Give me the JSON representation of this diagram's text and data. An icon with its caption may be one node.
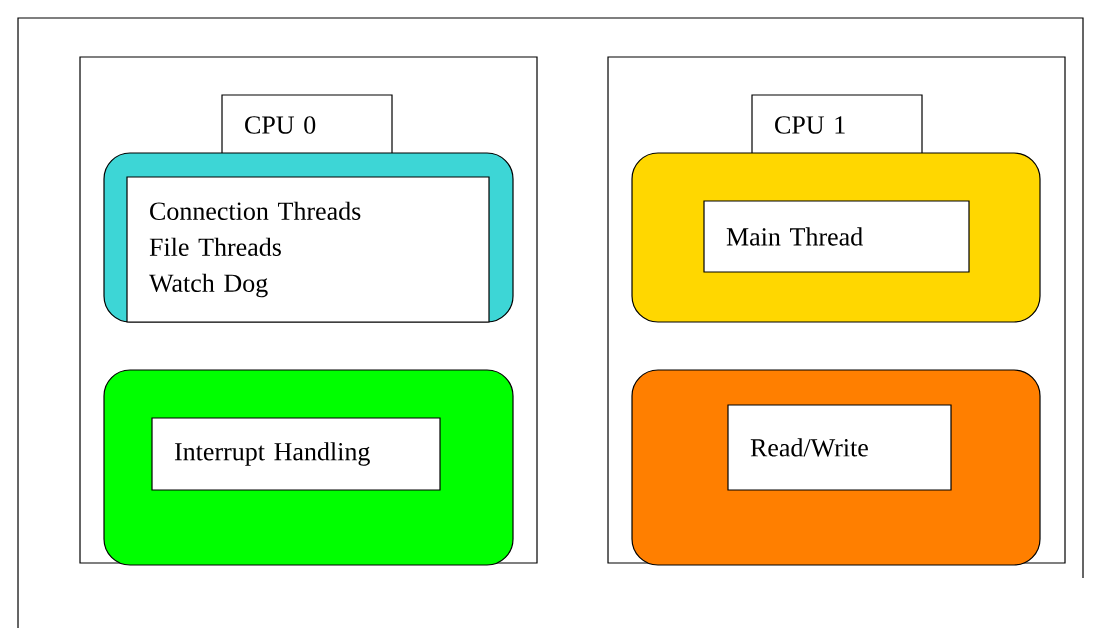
{
  "diagram": {
    "nodes": [
      {
        "text": [],
        "shape": "box"
      },
      {
        "text": [
          "CPU 0"
        ],
        "in": 0
      },
      {
        "text": [],
        "shape": "box",
        "in": 0
      },
      {
        "text": [
          "Connection Threads",
          "File Threads",
          "Watch Dog"
        ],
        "in": 2
      },
      {
        "text": [],
        "shape": "box",
        "in": 0
      },
      {
        "text": [
          "Interrupt Handling"
        ],
        "in": 4
      },
      {
        "text": [],
        "shape": "box"
      },
      {
        "text": [
          "CPU 1"
        ],
        "in": 6
      },
      {
        "text": [],
        "shape": "box",
        "in": 6
      },
      {
        "text": [
          "Main Thread"
        ],
        "in": 8
      },
      {
        "text": [],
        "shape": "box",
        "in": 6
      },
      {
        "text": [
          "Read/Write"
        ],
        "in": 10
      }
    ],
    "edges": []
  }
}
